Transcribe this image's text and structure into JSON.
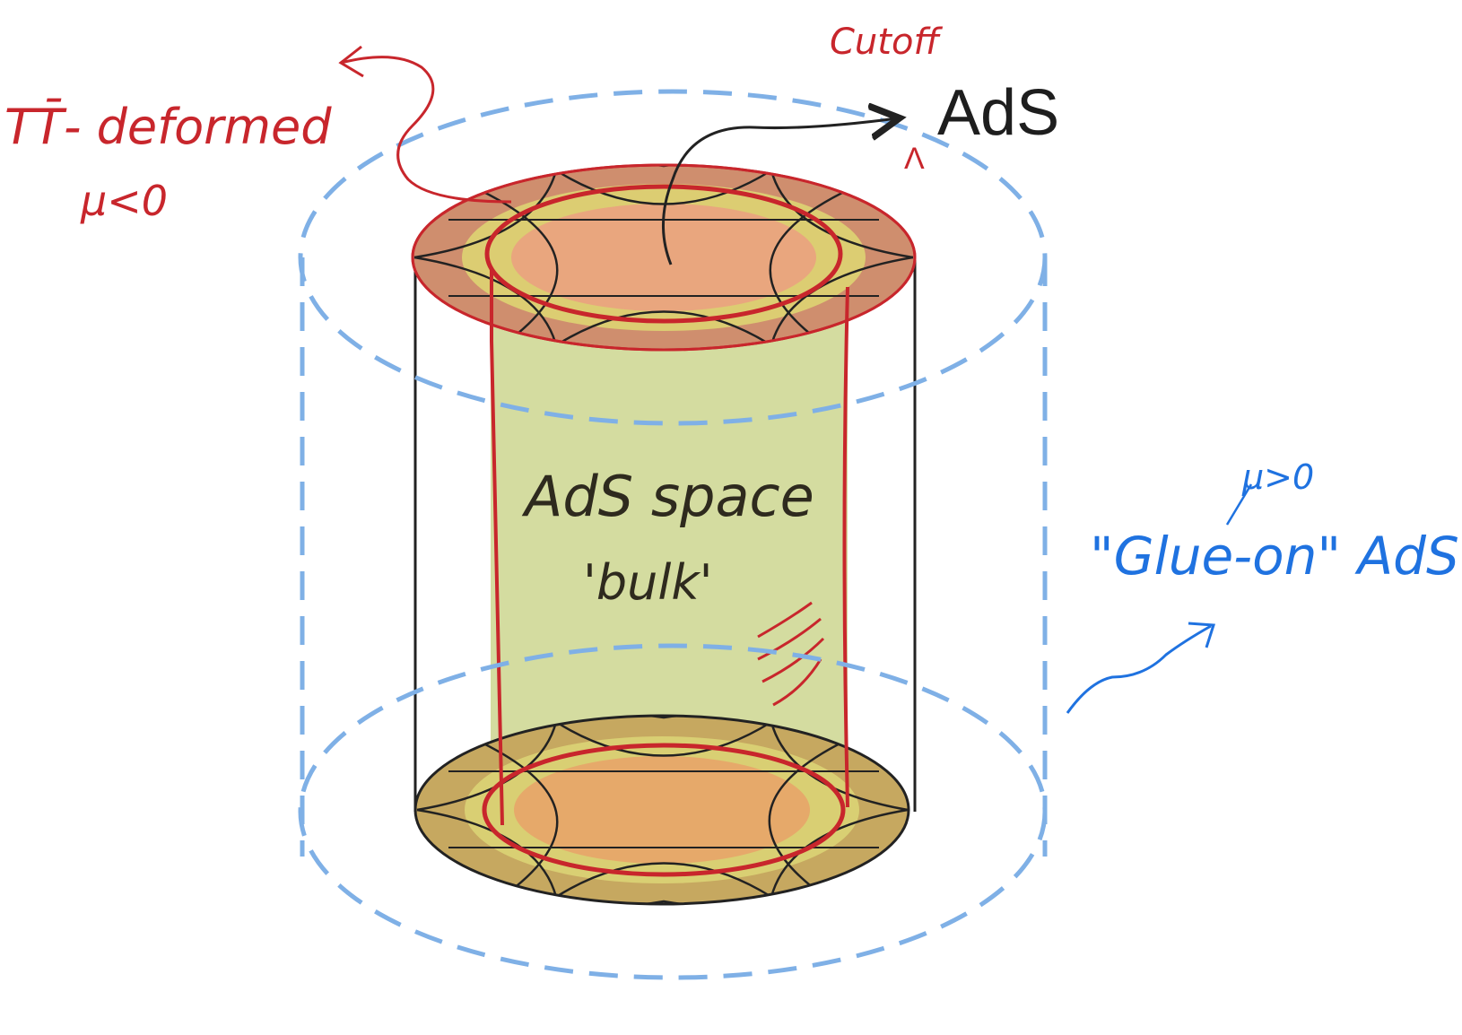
{
  "labels": {
    "tt_deformed": "TT̄- deformed",
    "mu_negative": "μ<0",
    "cutoff": "Cutoff",
    "cutoff_ads": "AdS",
    "lambda": "Λ",
    "bulk_title": "AdS space",
    "bulk_sub": "'bulk'",
    "mu_positive": "μ>0",
    "glue_on": "\"Glue-on\" AdS"
  },
  "colors": {
    "red_ink": "#c8262c",
    "blue_ink": "#1f72e0",
    "dash_blue": "#7fb0e6",
    "bulk_fill": "#d4dca0",
    "disk_orange": "#e6a07a",
    "disk_yellow": "#d9cf73",
    "disk_brown": "#b98a5c",
    "line_dark": "#222222"
  }
}
